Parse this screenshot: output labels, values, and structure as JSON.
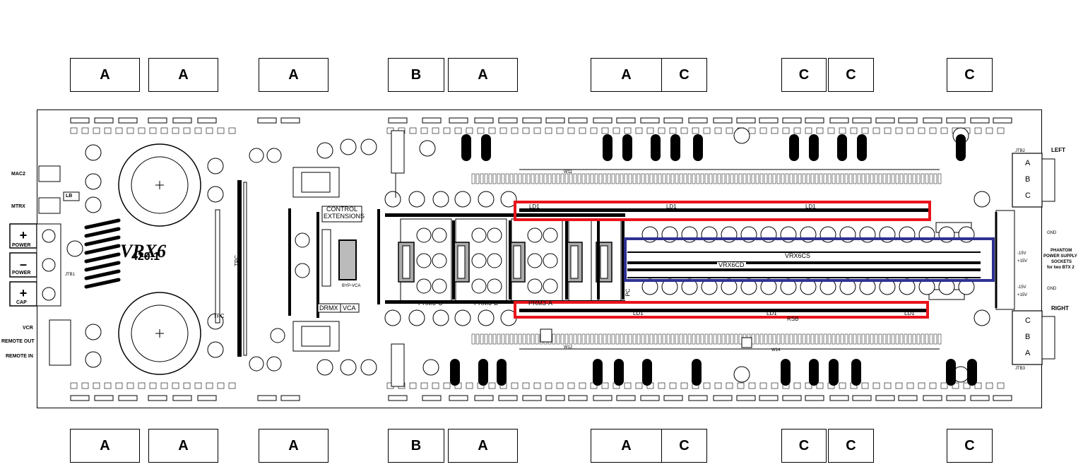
{
  "top_boxes": [
    "A",
    "A",
    "A",
    "B",
    "A",
    "A",
    "C",
    "C",
    "C",
    "C"
  ],
  "bottom_boxes": [
    "A",
    "A",
    "A",
    "B",
    "A",
    "A",
    "C",
    "C",
    "C",
    "C"
  ],
  "board": {
    "model": "VRX6",
    "model_sub": "420.1",
    "left_labels": {
      "mac2": "MAC2",
      "mtrx": "MTRX",
      "power_plus": "POWER",
      "power_minus": "POWER",
      "cap": "CAP",
      "vcr": "VCR",
      "remote_out": "REMOTE OUT",
      "remote_in": "REMOTE IN",
      "lb": "LB"
    },
    "right_labels": {
      "left": "LEFT",
      "right": "RIGHT",
      "gnd_top": "GND",
      "gnd_bottom": "GND",
      "plus15_top": "+15V",
      "minus15_top": "-15V",
      "minus15_bottom": "-15V",
      "plus15_bottom": "+15V",
      "phantom_1": "PHANTOM",
      "phantom_2": "POWER SUPPLY",
      "phantom_3": "SOCKETS",
      "phantom_4": "for two BTX 2",
      "jtb2": "JTB2",
      "jtb3": "JTB3",
      "jtb2_terms": [
        "A",
        "B",
        "C"
      ],
      "jtb3_terms": [
        "C",
        "B",
        "A"
      ]
    },
    "center_labels": {
      "control_ext_1": "CONTROL",
      "control_ext_2": "EXTENSIONS",
      "drmx": "DRMX",
      "vca": "VCA",
      "byp_vca": "BYP-VCA",
      "tpc": "TPC",
      "tfc": "TFC",
      "prm3c": "PRM3-C",
      "prm3b": "PRM3-B",
      "prm3a": "PRM3-A",
      "vrx6cs": "VRX6CS",
      "vrx6cd": "VRX6CD",
      "ld1": "LD1",
      "rsb": "RSB",
      "jtb1": "JTB1",
      "pc": "PC",
      "w12": "W12",
      "w11": "W11",
      "w14": "W14"
    }
  },
  "highlights": {
    "red": "#e8141c",
    "blue": "#2e3192"
  }
}
